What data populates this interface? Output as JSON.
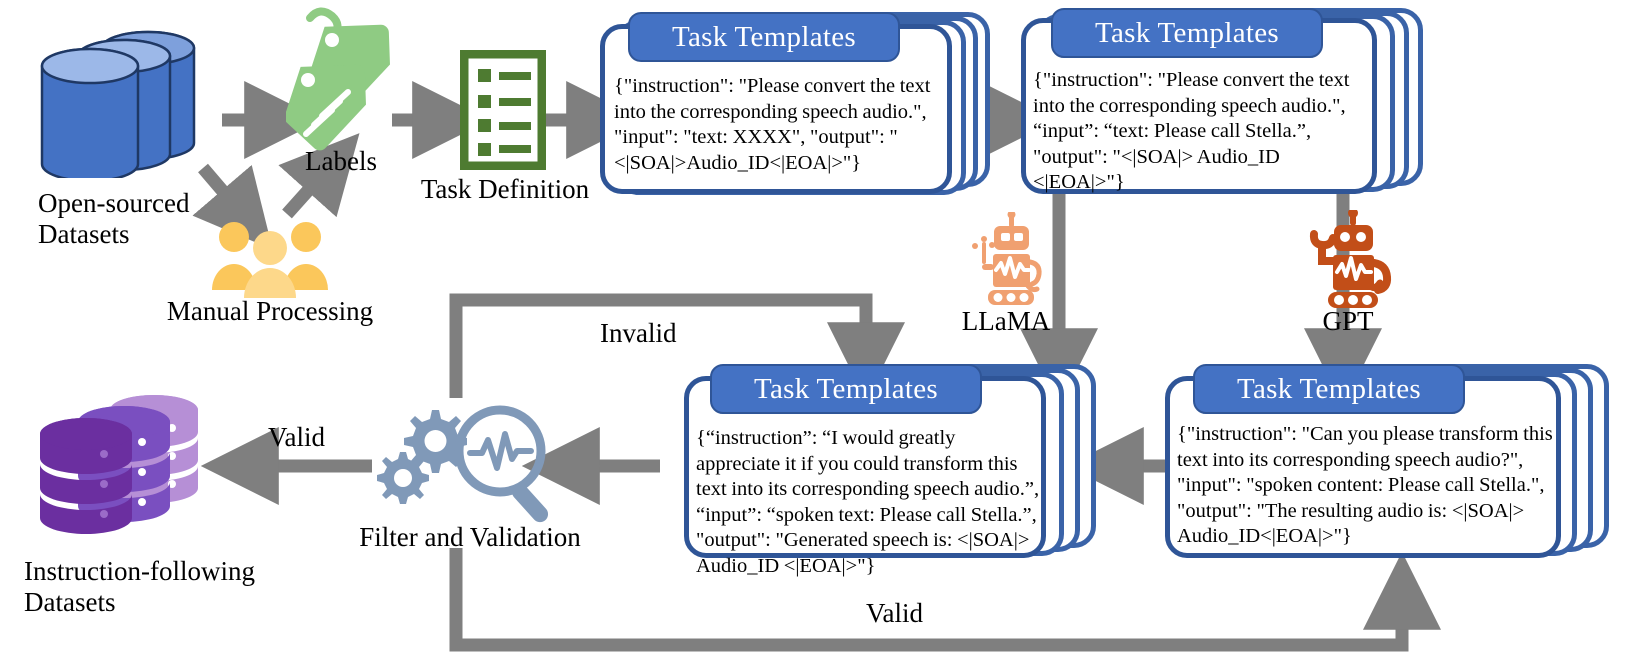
{
  "diagram": {
    "title": "Instruction-following dataset construction pipeline",
    "colors": {
      "arrow_gray": "#7F7F7F",
      "card_header_blue": "#4472C4",
      "card_border_blue": "#2F5597",
      "dataset_blue": "#4472C4",
      "label_green": "#8FCB83",
      "task_def_green": "#4E7B31",
      "people_yellow": "#FBC75B",
      "llama_orange": "#F0A070",
      "gpt_orange": "#C24E18",
      "filter_steel": "#8099B8",
      "dataset_purple_dark": "#6B2FA0",
      "dataset_purple_mid": "#7A4FC0",
      "dataset_purple_light": "#B68FD6"
    },
    "nodes": {
      "open_sourced_datasets": {
        "label": "Open-sourced\nDatasets",
        "icon": "database-stack-icon"
      },
      "manual_processing": {
        "label": "Manual Processing",
        "icon": "people-group-icon"
      },
      "labels": {
        "label": "Labels",
        "icon": "price-tags-icon"
      },
      "task_definition": {
        "label": "Task Definition",
        "icon": "checklist-document-icon"
      },
      "llama": {
        "label": "LLaMA",
        "icon": "robot-icon"
      },
      "gpt": {
        "label": "GPT",
        "icon": "robot-icon"
      },
      "filter_and_validation": {
        "label": "Filter and Validation",
        "icon": "gears-magnifier-icon"
      },
      "instruction_datasets": {
        "label": "Instruction-following\nDatasets",
        "icon": "database-stack-purple-icon"
      }
    },
    "cards": [
      {
        "id": "template-seed",
        "header": "Task Templates",
        "body": "{\"instruction\": \"Please convert the text into the corresponding speech audio.\", \"input\": \"text: XXXX\", \"output\": \"<|SOA|>Audio_ID<|EOA|>\"}"
      },
      {
        "id": "template-filled",
        "header": "Task Templates",
        "body": "{\"instruction\": \"Please convert the text into the corresponding speech audio.\", “input”: “text: Please call Stella.”,  \"output\": \"<|SOA|> Audio_ID <|EOA|>\"}"
      },
      {
        "id": "template-llama",
        "header": "Task Templates",
        "body": "{“instruction”: “I would greatly appreciate it if you could transform this text into its corresponding speech audio.”,  “input”: “spoken text: Please call Stella.”,  \"output\": \"Generated speech is: <|SOA|> Audio_ID <|EOA|>\"}"
      },
      {
        "id": "template-gpt",
        "header": "Task Templates",
        "body": "{\"instruction\": \"Can you please transform this text into its corresponding speech audio?\", \"input\": \"spoken content: Please call Stella.\", \"output\": \"The resulting audio is: <|SOA|> Audio_ID<|EOA|>\"}"
      }
    ],
    "edge_labels": {
      "invalid": "Invalid",
      "valid_left": "Valid",
      "valid_bottom": "Valid"
    }
  }
}
